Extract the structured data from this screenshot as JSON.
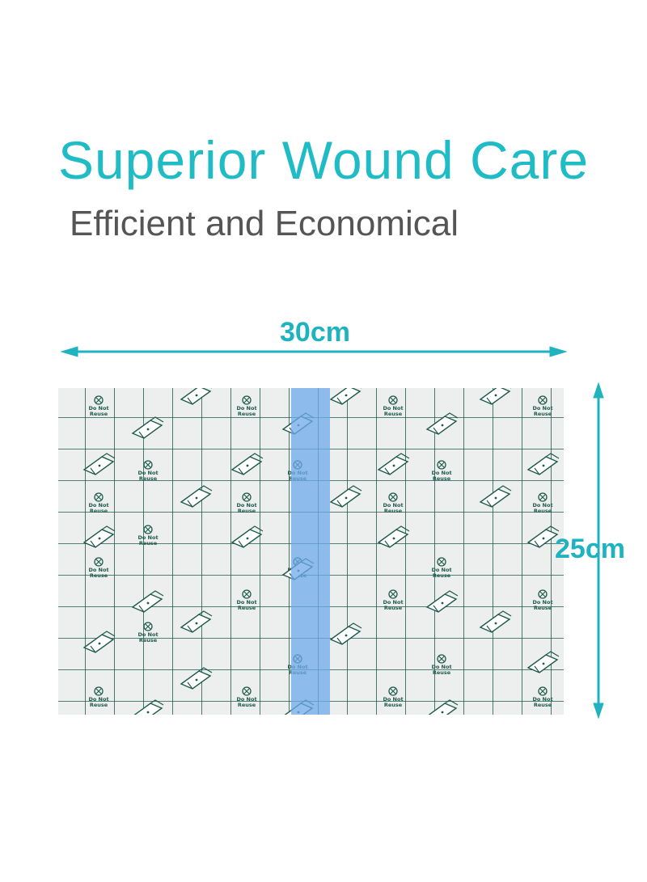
{
  "heading": {
    "title": "Superior Wound Care",
    "subtitle": "Efficient and Economical"
  },
  "dimensions": {
    "width_label": "30cm",
    "height_label": "25cm"
  },
  "sheet": {
    "print_text_line1": "Do Not",
    "print_text_line2": "Reuse",
    "grid_color": "#1e5a4a",
    "strip_color": "#6eaaeb"
  },
  "colors": {
    "accent": "#1fbcc6",
    "subtitle": "#555555"
  }
}
